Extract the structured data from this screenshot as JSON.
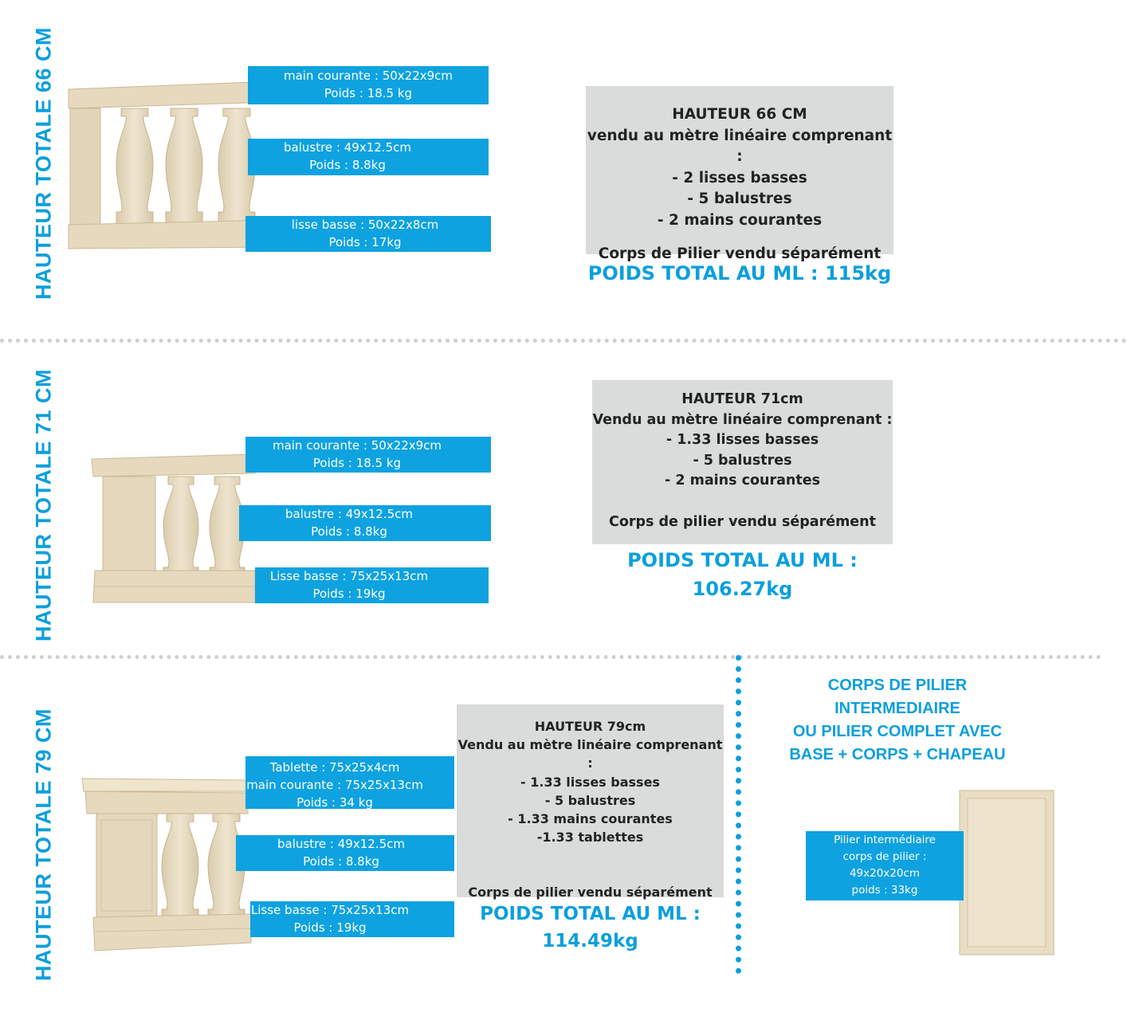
{
  "sections": [
    {
      "vertical_title": "HAUTEUR TOTALE 66 CM",
      "labels": [
        {
          "lines": [
            "main courante : 50x22x9cm",
            "Poids : 18.5 kg"
          ]
        },
        {
          "lines": [
            "balustre : 49x12.5cm",
            "Poids : 8.8kg"
          ]
        },
        {
          "lines": [
            "lisse basse : 50x22x8cm",
            "Poids : 17kg"
          ]
        }
      ],
      "info_lines": [
        "HAUTEUR 66 CM",
        "vendu au mètre linéaire comprenant :",
        "- 2 lisses basses",
        "- 5 balustres",
        "- 2 mains courantes",
        "",
        "Corps de Pilier vendu séparément"
      ],
      "total_lines": [
        "POIDS TOTAL AU ML : 115kg"
      ]
    },
    {
      "vertical_title": "HAUTEUR TOTALE  71 CM",
      "labels": [
        {
          "lines": [
            "main courante : 50x22x9cm",
            "Poids : 18.5 kg"
          ]
        },
        {
          "lines": [
            "balustre : 49x12.5cm",
            "Poids : 8.8kg"
          ]
        },
        {
          "lines": [
            "Lisse basse : 75x25x13cm",
            "Poids : 19kg"
          ]
        }
      ],
      "info_lines": [
        "HAUTEUR 71cm",
        "Vendu au mètre linéaire comprenant :",
        "- 1.33 lisses basses",
        "- 5 balustres",
        "- 2 mains courantes",
        "",
        "Corps de pilier vendu séparément"
      ],
      "total_lines": [
        "POIDS TOTAL AU ML :",
        "106.27kg"
      ]
    },
    {
      "vertical_title": "HAUTEUR TOTALE  79 CM",
      "labels": [
        {
          "lines": [
            "Tablette : 75x25x4cm",
            "main courante : 75x25x13cm",
            "Poids : 34 kg"
          ]
        },
        {
          "lines": [
            "balustre : 49x12.5cm",
            "Poids : 8.8kg"
          ]
        },
        {
          "lines": [
            "Lisse basse : 75x25x13cm",
            "Poids : 19kg"
          ]
        }
      ],
      "info_lines": [
        "HAUTEUR 79cm",
        "Vendu au mètre linéaire comprenant :",
        "- 1.33 lisses basses",
        "- 5 balustres",
        "- 1.33 mains courantes",
        "-1.33 tablettes",
        "",
        "",
        "Corps de pilier vendu séparément"
      ],
      "total_lines": [
        "POIDS TOTAL AU ML :",
        "114.49kg"
      ]
    }
  ],
  "pillar": {
    "title_lines": [
      "CORPS DE PILIER",
      "INTERMEDIAIRE",
      "OU PILIER COMPLET AVEC",
      "BASE + CORPS + CHAPEAU"
    ],
    "label_lines": [
      "Pilier intermédiaire",
      "corps de pilier :",
      "49x20x20cm",
      "poids : 33kg"
    ]
  },
  "colors": {
    "accent_blue": "#0b9fdc",
    "label_blue": "#0ea2e0",
    "info_gray": "#d9dcdb",
    "stone": "#e9ddc4"
  }
}
